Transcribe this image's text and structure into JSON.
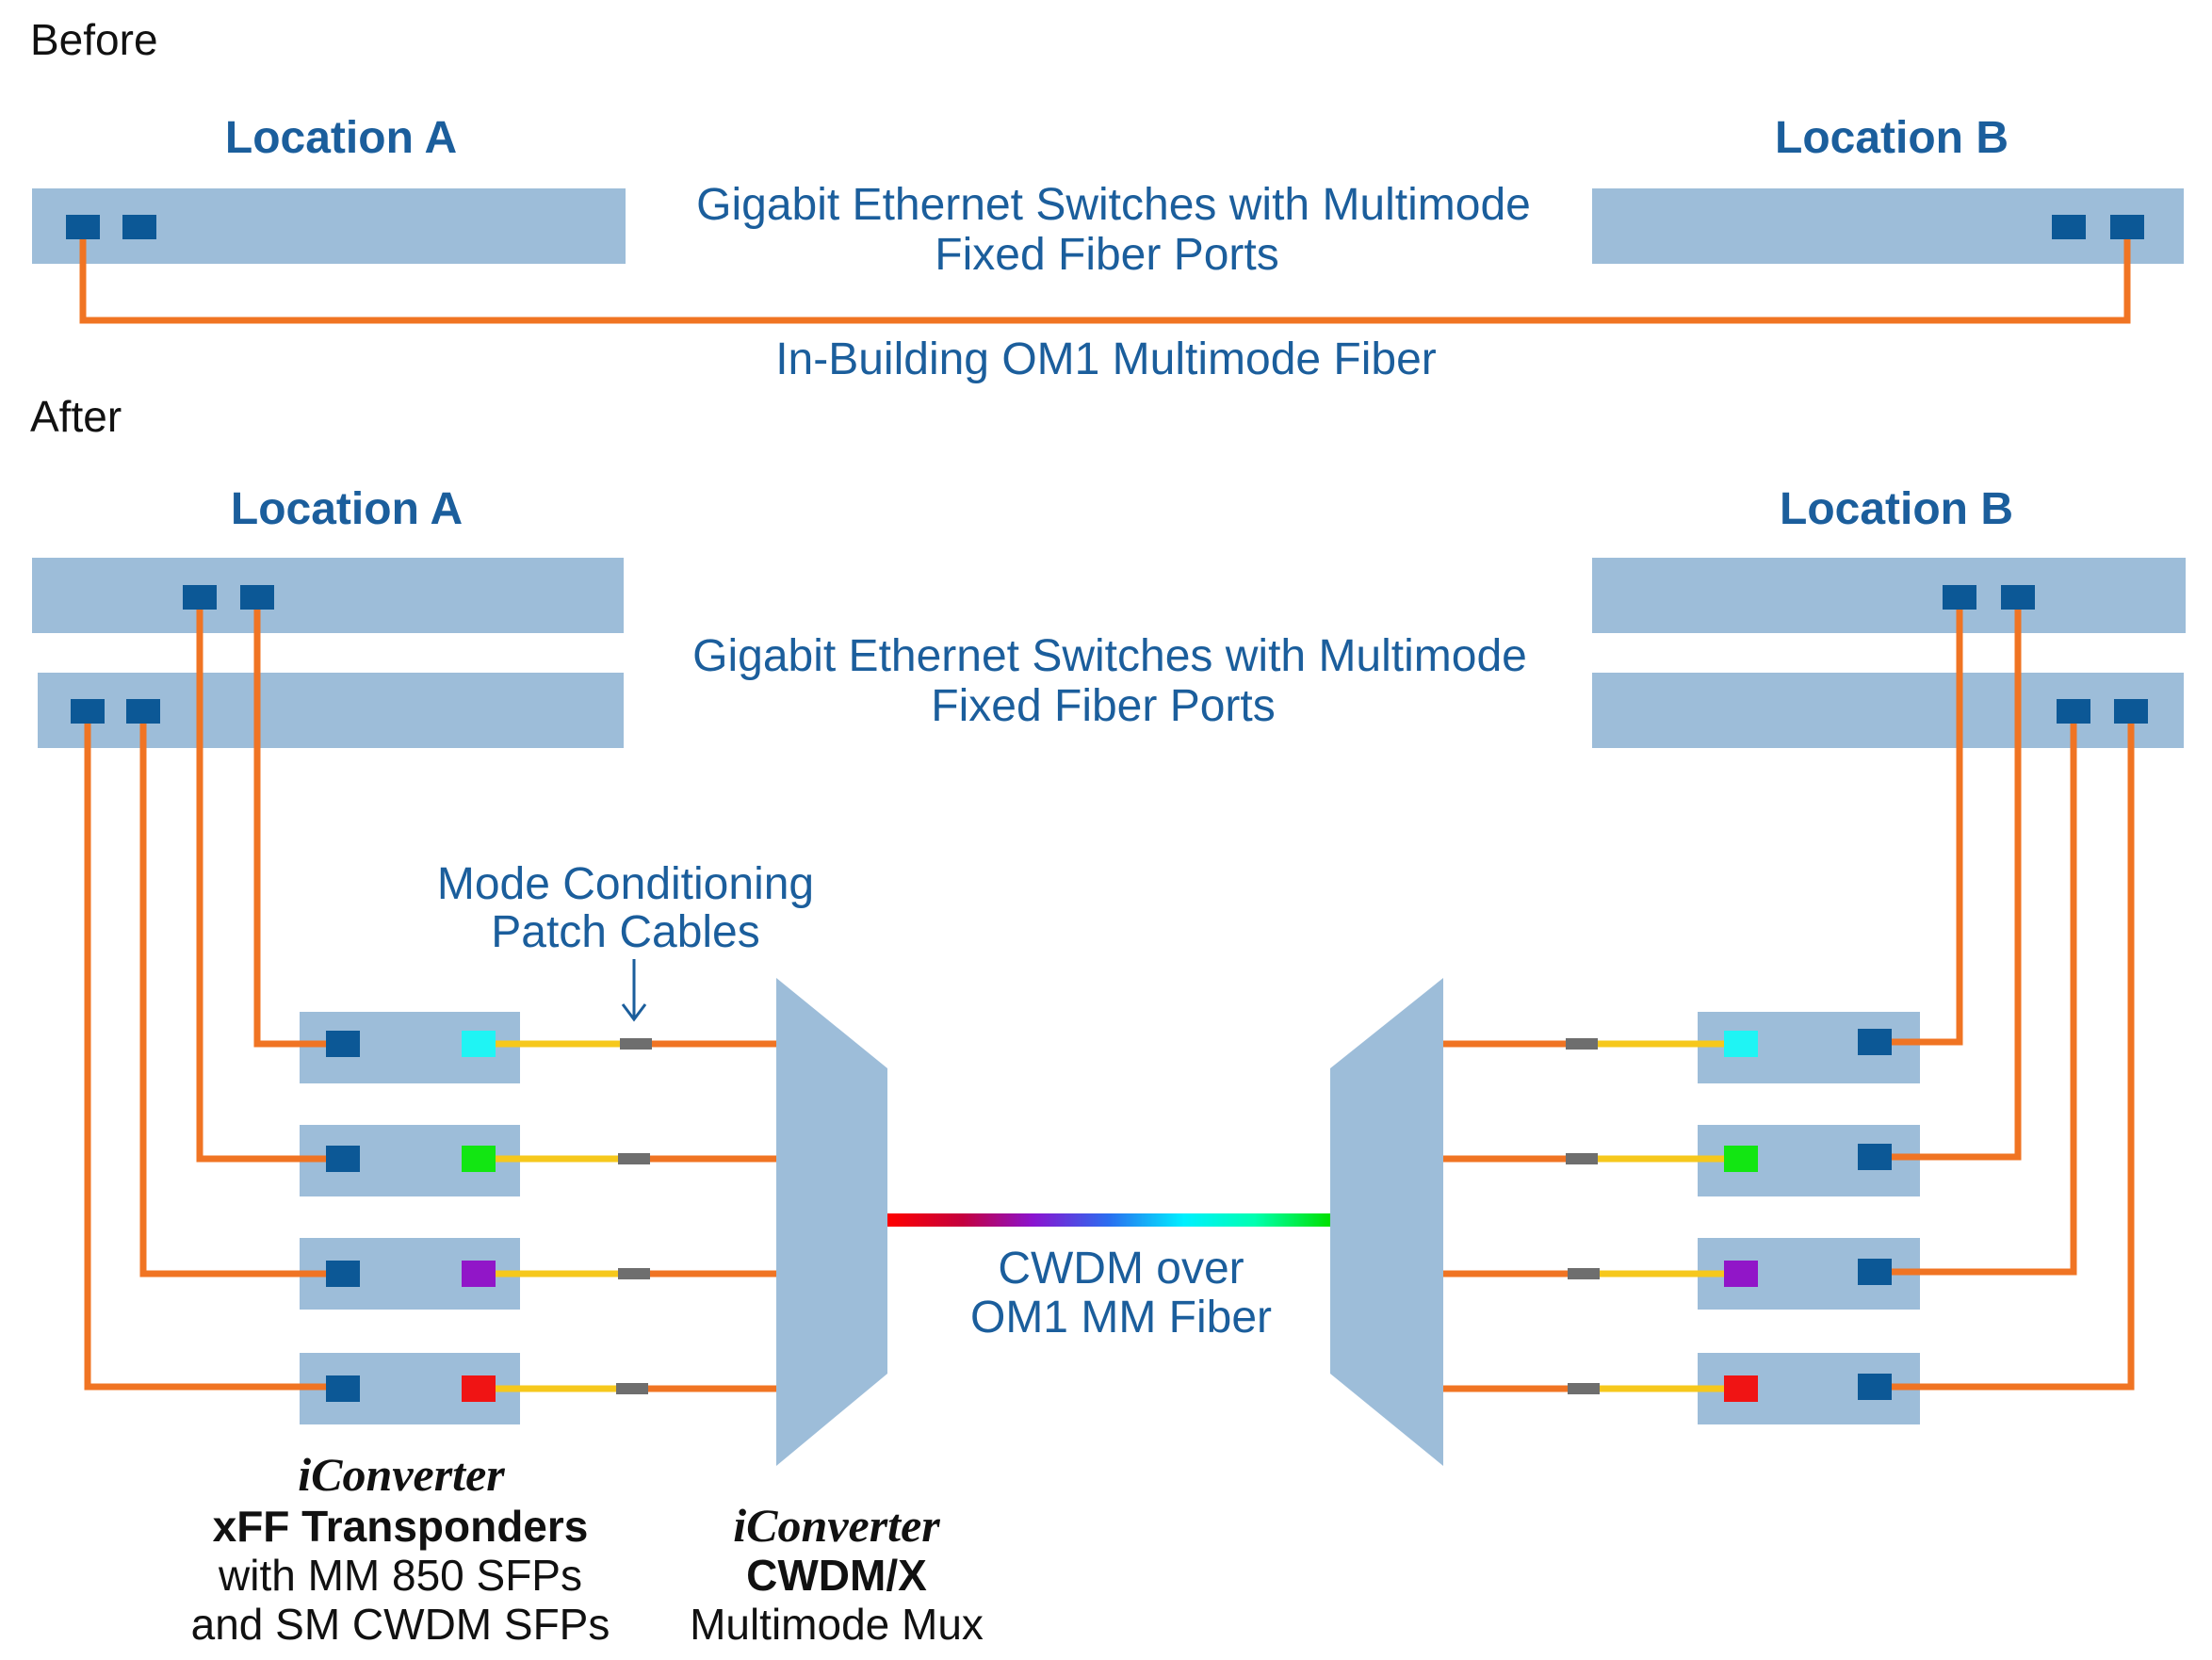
{
  "before": {
    "heading": "Before",
    "location_a": "Location A",
    "location_b": "Location B",
    "switches_label_line1": "Gigabit Ethernet Switches with Multimode",
    "switches_label_line2": "Fixed Fiber Ports",
    "fiber_label": "In-Building OM1 Multimode Fiber"
  },
  "after": {
    "heading": "After",
    "location_a": "Location A",
    "location_b": "Location B",
    "switches_label_line1": "Gigabit Ethernet Switches with Multimode",
    "switches_label_line2": "Fixed Fiber Ports",
    "mode_conditioning_line1": "Mode Conditioning",
    "mode_conditioning_line2": "Patch Cables",
    "cwdm_label_line1": "CWDM over",
    "cwdm_label_line2": "OM1 MM Fiber",
    "transponders_caption": {
      "brand": "iConverter",
      "product": "xFF Transponders",
      "line3": "with MM 850 SFPs",
      "line4": "and SM CWDM SFPs"
    },
    "mux_caption": {
      "brand": "iConverter",
      "product": "CWDM/X",
      "line3": "Multimode Mux"
    },
    "channel_colors": [
      "#1FF4F4",
      "#12E612",
      "#9116C8",
      "#F01414"
    ]
  },
  "colors": {
    "panel": "#9DBDD9",
    "port": "#0C5896",
    "fiber": "#F07423",
    "patch": "#F6C81C",
    "connector": "#6E6E6E",
    "text_blue": "#1B5E9C"
  }
}
